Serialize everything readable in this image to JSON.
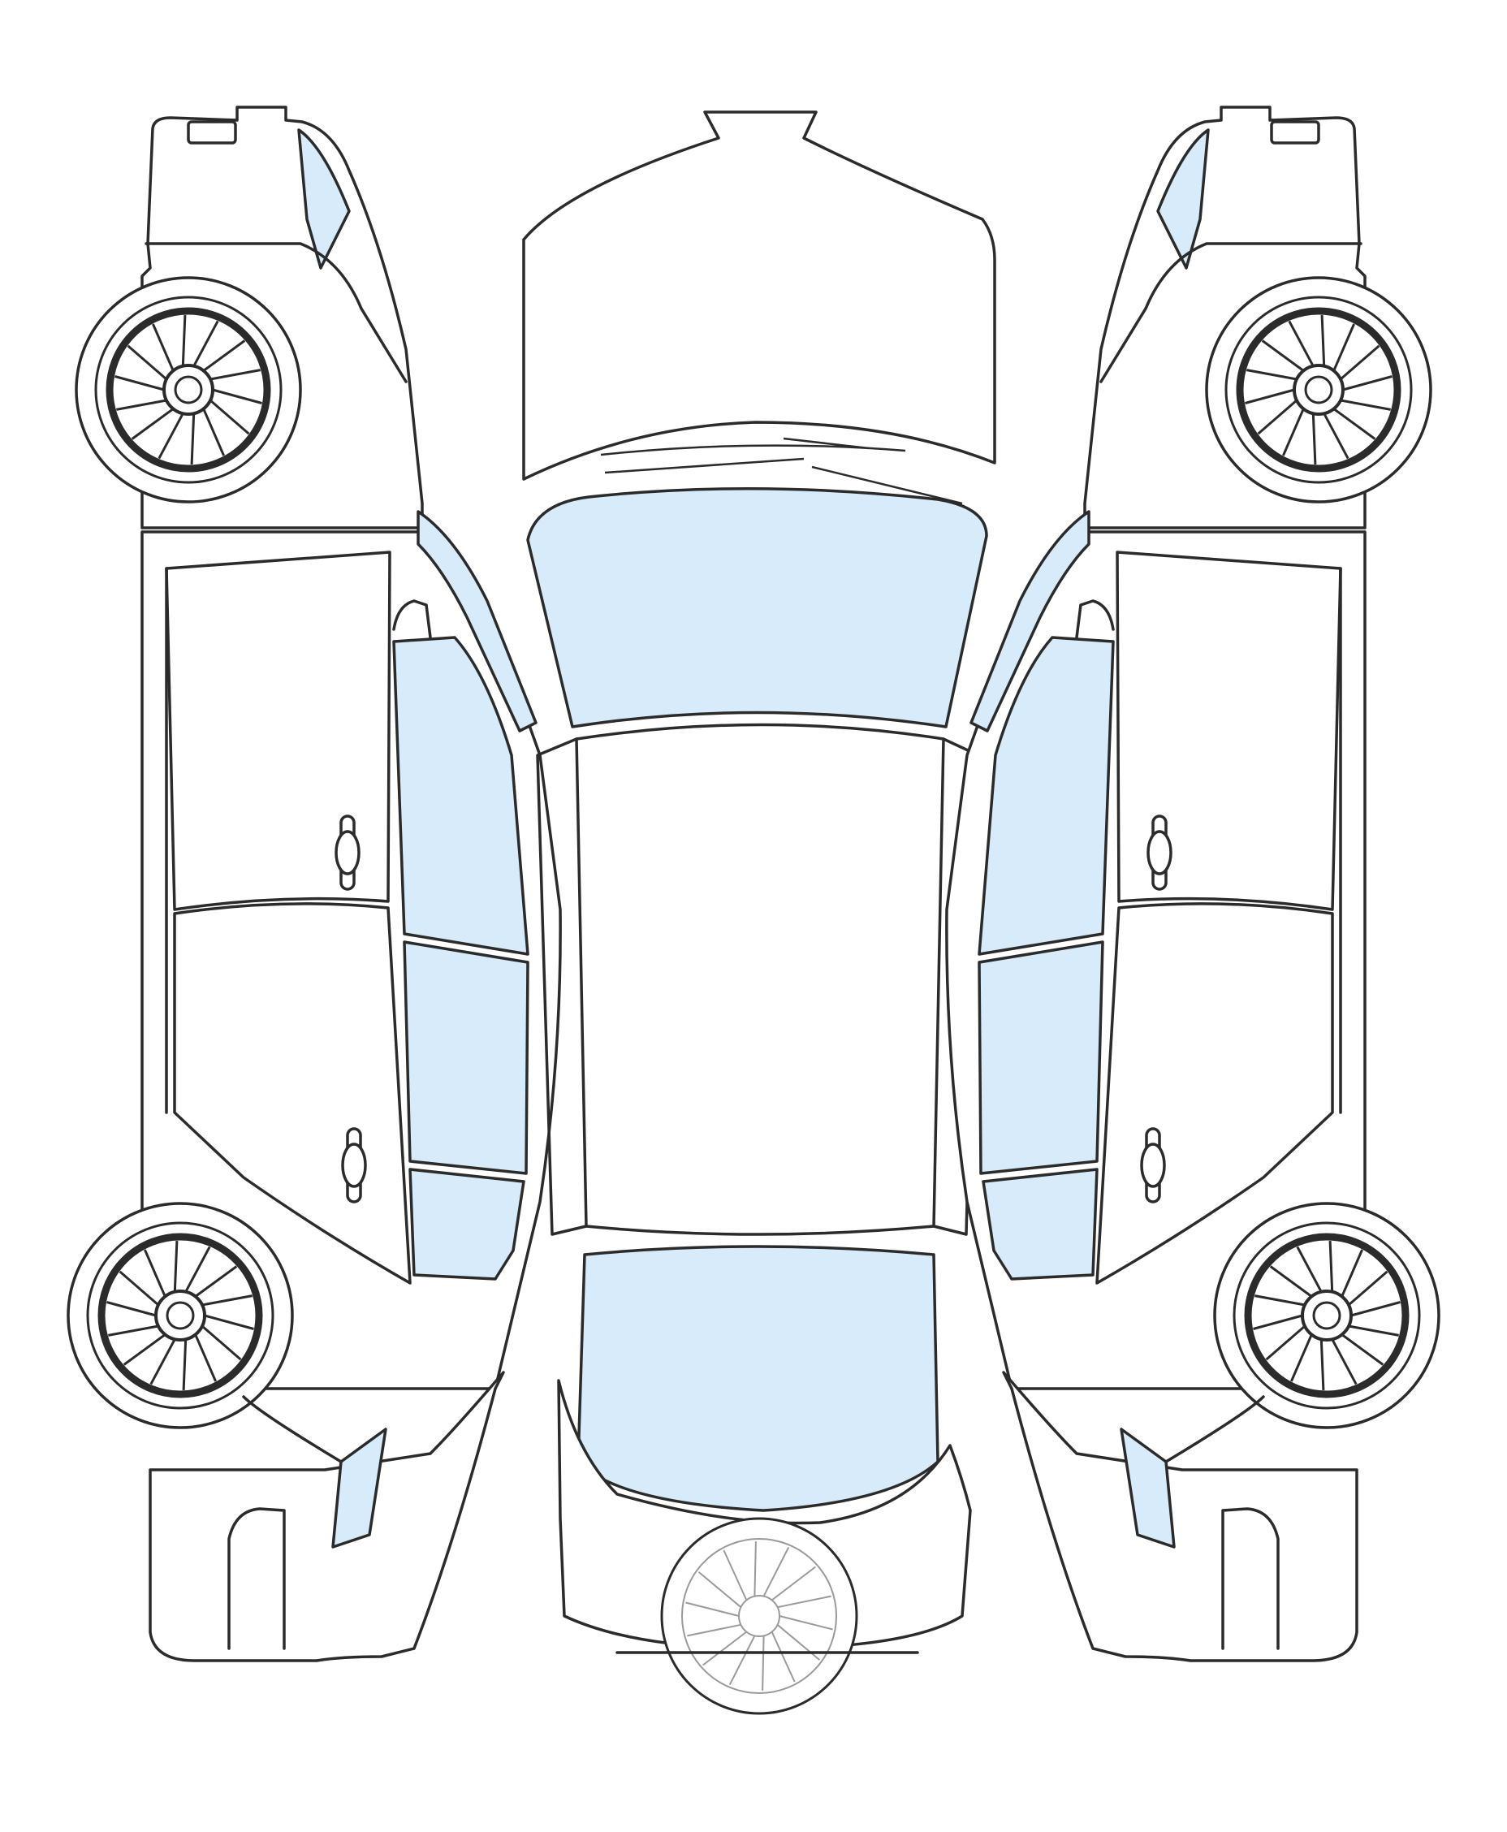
{
  "colors": {
    "glass": "#d8ebfb",
    "outline": "#2b2b2b",
    "background": "#ffffff"
  },
  "views": [
    {
      "id": "left-side",
      "icon": "car-left-side-view"
    },
    {
      "id": "top",
      "icon": "car-top-view"
    },
    {
      "id": "right-side",
      "icon": "car-right-side-view"
    }
  ]
}
